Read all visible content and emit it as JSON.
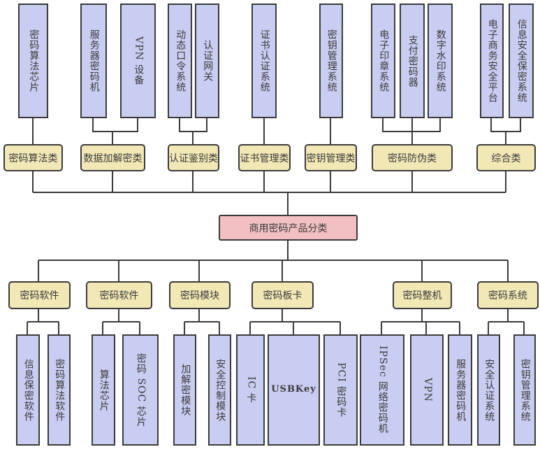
{
  "root": "商用密码产品分类",
  "top_categories": [
    {
      "label": "密码算法类",
      "items": [
        "密码算法芯片"
      ]
    },
    {
      "label": "数据加解密类",
      "items": [
        "服务器密码机",
        "VPN 设备"
      ]
    },
    {
      "label": "认证鉴别类",
      "items": [
        "动态口令系统",
        "认证网关"
      ]
    },
    {
      "label": "证书管理类",
      "items": [
        "证书认证系统"
      ]
    },
    {
      "label": "密钥管理类",
      "items": [
        "密钥管理系统"
      ]
    },
    {
      "label": "密码防伪类",
      "items": [
        "电子印章系统",
        "支付密码器",
        "数字水印系统"
      ]
    },
    {
      "label": "综合类",
      "items": [
        "电子商务安全平台",
        "信息安全保密系统"
      ]
    }
  ],
  "bottom_categories": [
    {
      "label": "密码软件",
      "items": [
        "信息保密软件",
        "密码算法软件"
      ]
    },
    {
      "label": "密码软件",
      "items": [
        "算法芯片",
        "密码 SOC 芯片"
      ]
    },
    {
      "label": "密码模块",
      "items": [
        "加解密模块",
        "安全控制模块"
      ]
    },
    {
      "label": "密码板卡",
      "items": [
        "IC 卡",
        "USBKey",
        "PCI 密码卡"
      ]
    },
    {
      "label": "密码整机",
      "items": [
        "IPSec 网络密码机",
        "VPN",
        "服务器密码机"
      ]
    },
    {
      "label": "密码系统",
      "items": [
        "安全认证系统",
        "密钥管理系统"
      ]
    }
  ],
  "colors": {
    "leaf": "#c9cdf2",
    "category": "#f2e8b6",
    "root": "#f3c0c2"
  }
}
